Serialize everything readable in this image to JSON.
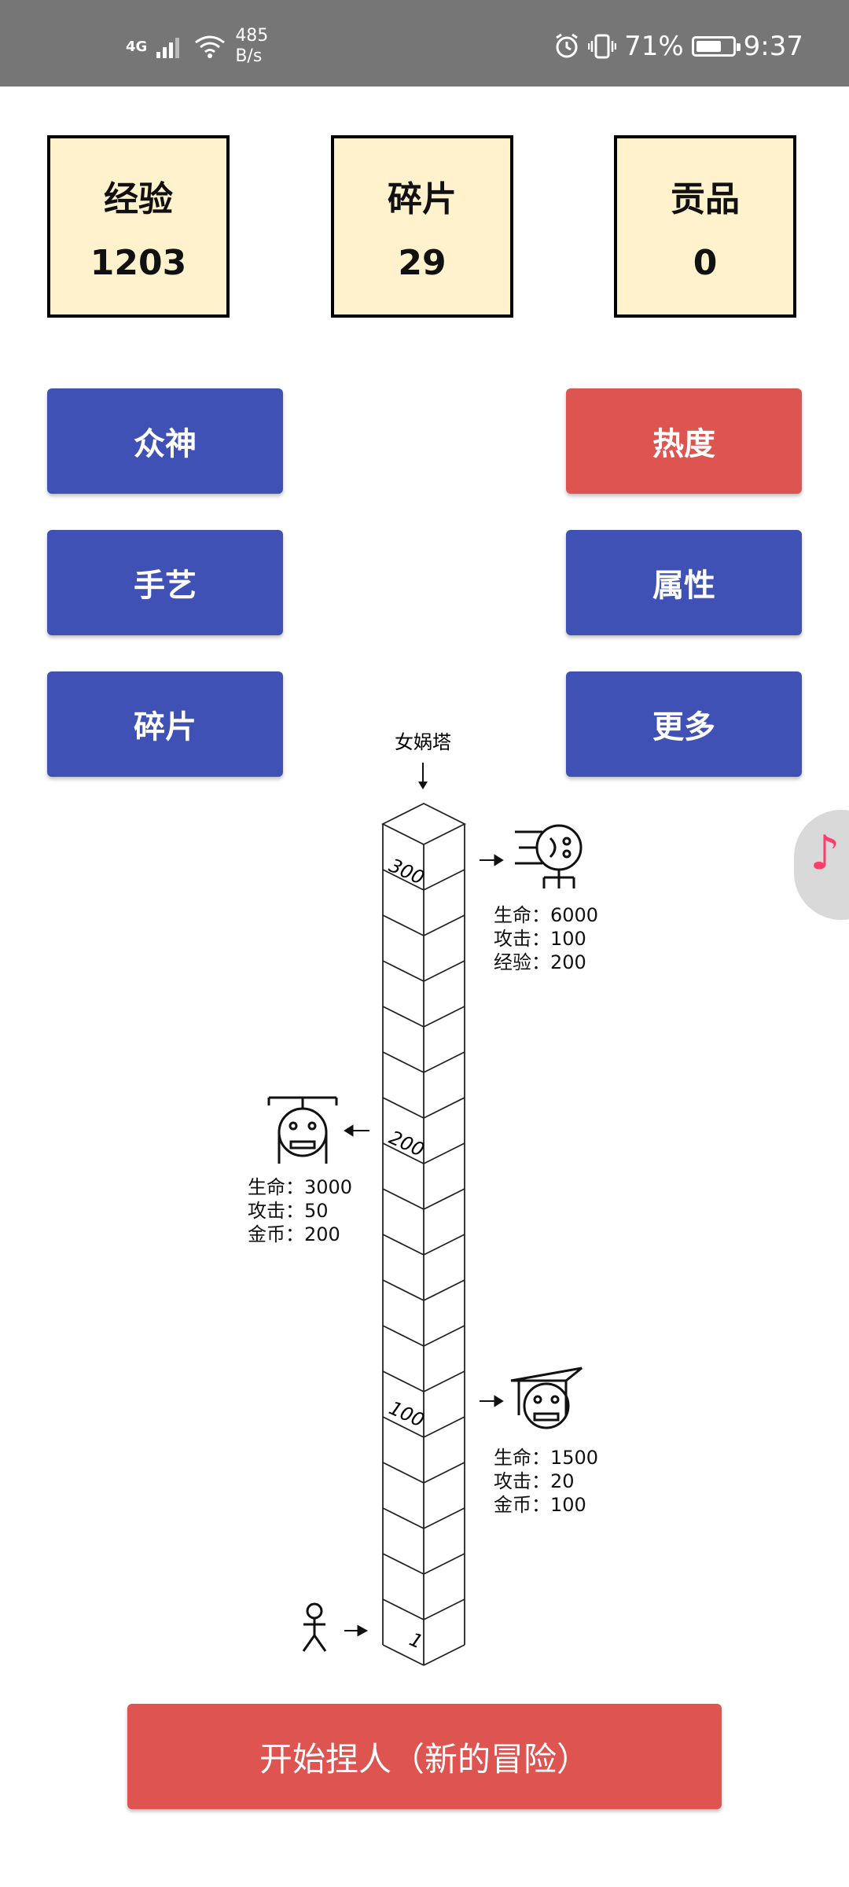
{
  "status": {
    "network": "4G",
    "speed_value": "485",
    "speed_unit": "B/s",
    "battery_percent": "71%",
    "battery_level": 0.71,
    "time": "9:37"
  },
  "stats": [
    {
      "label": "经验",
      "value": "1203"
    },
    {
      "label": "碎片",
      "value": "29"
    },
    {
      "label": "贡品",
      "value": "0"
    }
  ],
  "buttons": {
    "gods": "众神",
    "heat": "热度",
    "craft": "手艺",
    "attributes": "属性",
    "fragments": "碎片",
    "more": "更多"
  },
  "tower": {
    "title": "女娲塔",
    "floor_labels": [
      "300",
      "200",
      "100",
      "1"
    ],
    "bosses": [
      {
        "floor": "300",
        "stats": [
          "生命：6000",
          "攻击：100",
          "经验：200"
        ]
      },
      {
        "floor": "200",
        "stats": [
          "生命：3000",
          "攻击：50",
          "金币：200"
        ]
      },
      {
        "floor": "100",
        "stats": [
          "生命：1500",
          "攻击：20",
          "金币：100"
        ]
      }
    ]
  },
  "start_button": "开始捏人（新的冒险）",
  "colors": {
    "card_bg": "#fff2cc",
    "blue_button": "#3f51b5",
    "red_button": "#dd5450",
    "status_bar": "#767676"
  }
}
